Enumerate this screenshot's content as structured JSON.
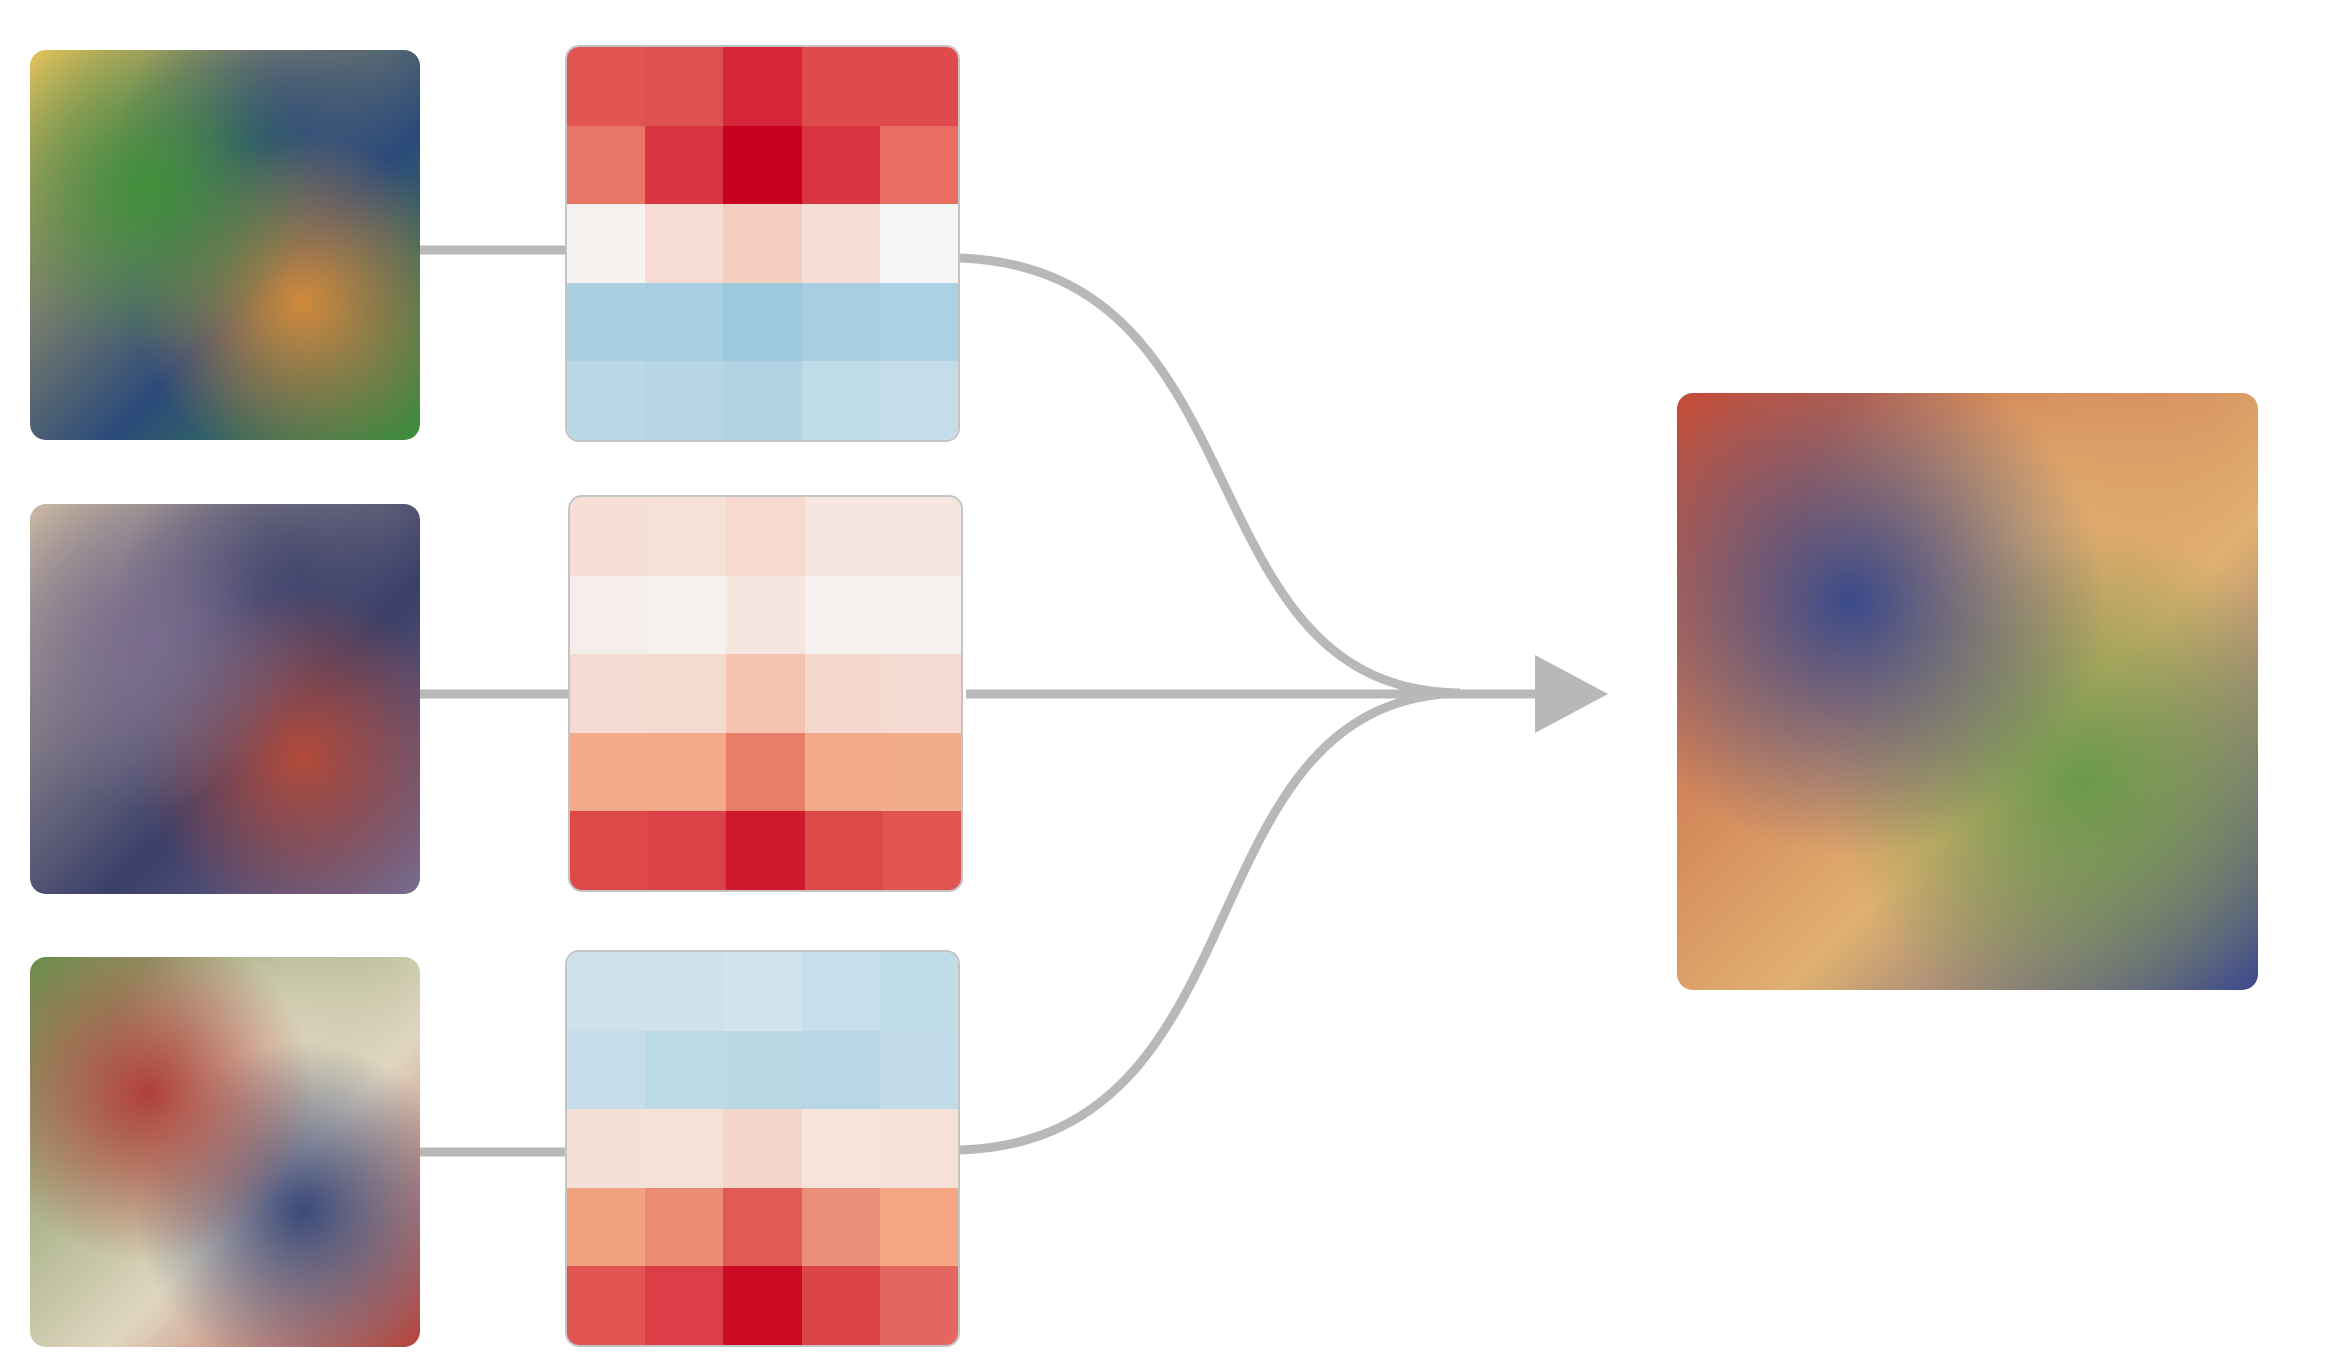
{
  "diagram": {
    "line_color": "#b8b8b8",
    "inputs": [
      {
        "icon": "truck-feature-visualization-image-1",
        "colors": [
          "#3f8f3a",
          "#e0c25a",
          "#2b4a7a",
          "#d08a3a"
        ]
      },
      {
        "icon": "truck-feature-visualization-image-2",
        "colors": [
          "#7a6c8e",
          "#c9b8a2",
          "#3a3f6a",
          "#b24a3a"
        ]
      },
      {
        "icon": "truck-feature-visualization-image-3",
        "colors": [
          "#b0403a",
          "#6a8a4a",
          "#e0d6c0",
          "#3a4a7a"
        ]
      }
    ],
    "heatmaps": [
      [
        [
          "#e05452",
          "#e05050",
          "#d52538",
          "#df4a4c",
          "#df4a4c"
        ],
        [
          "#e87565",
          "#d83340",
          "#c8001f",
          "#d83340",
          "#e76e60"
        ],
        [
          "#f6f2f0",
          "#f6dcd3",
          "#f4cebf",
          "#f6ddd5",
          "#f5f5f5"
        ],
        [
          "#aad0e2",
          "#a8d0e2",
          "#9ecae0",
          "#a7cfe1",
          "#abd1e3"
        ],
        [
          "#bad8e6",
          "#b7d6e5",
          "#b0d3e4",
          "#bfdbe7",
          "#c5dde8"
        ]
      ],
      [
        [
          "#f5dfd6",
          "#f6e1d9",
          "#f6dad0",
          "#f6e6df",
          "#f6e6df"
        ],
        [
          "#f6eeeb",
          "#f5f1ee",
          "#f6e6df",
          "#f6f2f0",
          "#f6f2f0"
        ],
        [
          "#f5dbd1",
          "#f5dad0",
          "#f5c4b1",
          "#f5d9cf",
          "#f5dbd1"
        ],
        [
          "#f2aa8a",
          "#f2aa8a",
          "#e87d6a",
          "#f2aa8a",
          "#f2ac8c"
        ],
        [
          "#dd4848",
          "#db4146",
          "#cf182e",
          "#dd4848",
          "#e05452"
        ]
      ],
      [
        [
          "#cfe2ec",
          "#cfe2ec",
          "#d2e4ee",
          "#c7dfea",
          "#c0dde8"
        ],
        [
          "#c6dde9",
          "#bbdae6",
          "#bad9e5",
          "#b7d7e7",
          "#c2dde9"
        ],
        [
          "#f5e0d8",
          "#f6e1d9",
          "#f4d5c9",
          "#f6e3dc",
          "#f6e1d9"
        ],
        [
          "#f0a27f",
          "#eb8c75",
          "#e05a56",
          "#ec8f78",
          "#f4a582"
        ],
        [
          "#e05452",
          "#db3e46",
          "#cb0a24",
          "#db4448",
          "#e46660"
        ]
      ]
    ],
    "output": {
      "icon": "merged-truck-feature-visualization-image",
      "colors": [
        "#3a4a8a",
        "#c04a3a",
        "#e0b070",
        "#6a9a4a"
      ]
    }
  }
}
